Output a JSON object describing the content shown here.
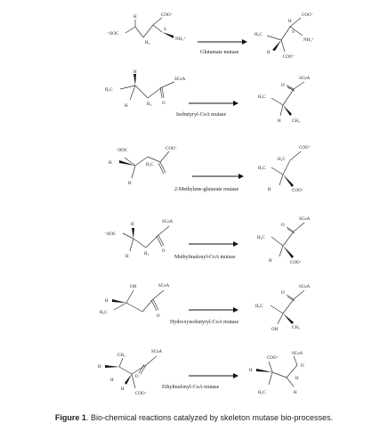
{
  "reactions": [
    {
      "name": "Glutamate mutase",
      "substrate_labels": [
        "H",
        "COO⁻",
        "⁻OOC",
        "S",
        "NH₃⁺",
        "H₂"
      ],
      "product_labels": [
        "COO⁻",
        "H",
        "H₃C",
        "S",
        "NH₃⁺",
        "H",
        "COO⁻"
      ]
    },
    {
      "name": "Isobutyryl-CoA mutase",
      "substrate_labels": [
        "H",
        "SCoA",
        "H₃C",
        "H",
        "H₂",
        "O"
      ],
      "product_labels": [
        "SCoA",
        "O",
        "H₃C",
        "H",
        "CH₃"
      ]
    },
    {
      "name": "2-Methylene-glutarate mutase",
      "substrate_labels": [
        "⁻OOC",
        "COO⁻",
        "H",
        "H₂C",
        "H"
      ],
      "product_labels": [
        "COO⁻",
        "H₂C",
        "H₃C",
        "H",
        "COO⁻"
      ]
    },
    {
      "name": "Methylmalonyl-CoA mutase",
      "substrate_labels": [
        "H",
        "SCoA",
        "⁻OOC",
        "H",
        "H₂",
        "O"
      ],
      "product_labels": [
        "SCoA",
        "O",
        "H₃C",
        "H",
        "COO⁻"
      ]
    },
    {
      "name": "Hydroxyisobutyryl-CoA mutase",
      "substrate_labels": [
        "OH",
        "SCoA",
        "H",
        "H₃C",
        "O"
      ],
      "product_labels": [
        "SCoA",
        "O",
        "H₃C",
        "OH",
        "CH₃"
      ]
    },
    {
      "name": "Ethylmalonyl-CoA mutase",
      "substrate_labels": [
        "CH₃",
        "SCoA",
        "H",
        "H",
        "O",
        "H",
        "COO⁻"
      ],
      "product_labels": [
        "COO⁻",
        "SCoA",
        "H",
        "H",
        "H₃C",
        "H",
        "O"
      ]
    }
  ],
  "caption": {
    "prefix": "Figure 1",
    "text": ". Bio-chemical reactions catalyzed by skeleton mutase bio-processes."
  }
}
